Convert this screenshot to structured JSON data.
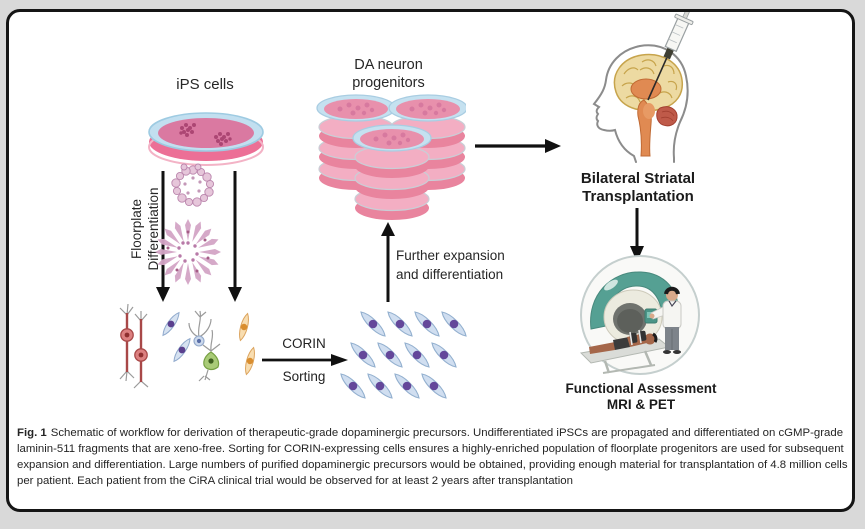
{
  "figure": {
    "labels": {
      "ips_cells": "iPS cells",
      "floorplate_line1": "Floorplate",
      "floorplate_line2": "Differentiation",
      "da_progenitors_line1": "DA neuron",
      "da_progenitors_line2": "progenitors",
      "corin_line1": "CORIN",
      "corin_line2": "Sorting",
      "expansion_line1": "Further expansion",
      "expansion_line2": "and differentiation",
      "transplant_line1": "Bilateral Striatal",
      "transplant_line2": "Transplantation",
      "assessment_line1": "Functional Assessment",
      "assessment_line2": "MRI & PET"
    },
    "caption": {
      "label": "Fig. 1",
      "body": "Schematic of workflow for derivation of therapeutic-grade dopaminergic precursors. Undifferentiated iPSCs are propagated and differentiated on cGMP-grade laminin-511 fragments that are xeno-free. Sorting for CORIN-expressing cells ensures a highly-enriched population of floorplate progenitors are used for subsequent expansion and differentiation. Large numbers of purified dopaminergic precursors would be obtained, providing enough material for transplantation of 4.8 million cells per patient. Each patient from the CiRA clinical trial would be observed for at least 2 years after transplantation"
    },
    "colors": {
      "dish_rim_blue": "#c2dff0",
      "dish_medium_pink": "#da79a1",
      "dish_side_pink": "#ec6f96",
      "colony_pink": "#a8416f",
      "cell_body_blue": "#d6e2f1",
      "cell_nucleus_purple": "#5a3f8e",
      "brain_cortex": "#eddaa2",
      "brain_inner": "#e08a52",
      "cerebellum": "#bf5a49",
      "scanner_teal": "#55a093",
      "arrow_black": "#111111"
    }
  }
}
